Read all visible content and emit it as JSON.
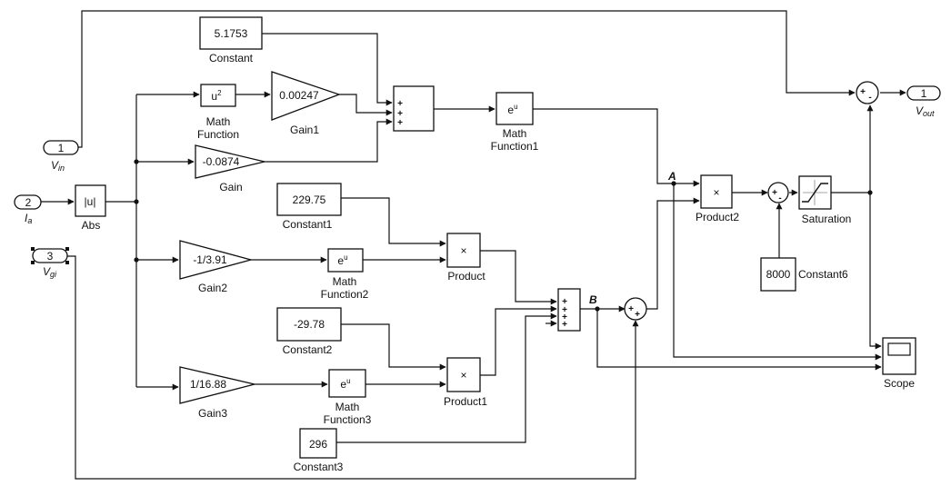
{
  "ports": {
    "vin": {
      "num": "1",
      "label": "V",
      "sub": "in"
    },
    "ia": {
      "num": "2",
      "label": "I",
      "sub": "a"
    },
    "vg": {
      "num": "3",
      "label": "V",
      "sub": "gi"
    },
    "vout": {
      "num": "1",
      "label": "V",
      "sub": "out"
    }
  },
  "blocks": {
    "abs": {
      "text": "|u|",
      "label": "Abs"
    },
    "math_function": {
      "text": "u",
      "sup": "2",
      "label_line1": "Math",
      "label_line2": "Function"
    },
    "constant": {
      "value": "5.1753",
      "label": "Constant"
    },
    "gain1": {
      "value": "0.00247",
      "label": "Gain1"
    },
    "gain": {
      "value": "-0.0874",
      "label": "Gain"
    },
    "math_function1": {
      "text": "e",
      "sup": "u",
      "label_line1": "Math",
      "label_line2": "Function1"
    },
    "constant1": {
      "value": "229.75",
      "label": "Constant1"
    },
    "gain2": {
      "value": "-1/3.91",
      "label": "Gain2"
    },
    "math_function2": {
      "text": "e",
      "sup": "u",
      "label_line1": "Math",
      "label_line2": "Function2"
    },
    "product": {
      "text": "×",
      "label": "Product"
    },
    "constant2": {
      "value": "-29.78",
      "label": "Constant2"
    },
    "gain3": {
      "value": "1/16.88",
      "label": "Gain3"
    },
    "math_function3": {
      "text": "e",
      "sup": "u",
      "label_line1": "Math",
      "label_line2": "Function3"
    },
    "product1": {
      "text": "×",
      "label": "Product1"
    },
    "constant3": {
      "value": "296",
      "label": "Constant3"
    },
    "product2": {
      "text": "×",
      "label": "Product2"
    },
    "constant6": {
      "value": "8000",
      "label": "Constant6"
    },
    "saturation": {
      "label": "Saturation"
    },
    "scope": {
      "label": "Scope"
    }
  },
  "signs": {
    "plus": "+",
    "minus": "-"
  },
  "node_labels": {
    "a": "A",
    "b": "B"
  }
}
